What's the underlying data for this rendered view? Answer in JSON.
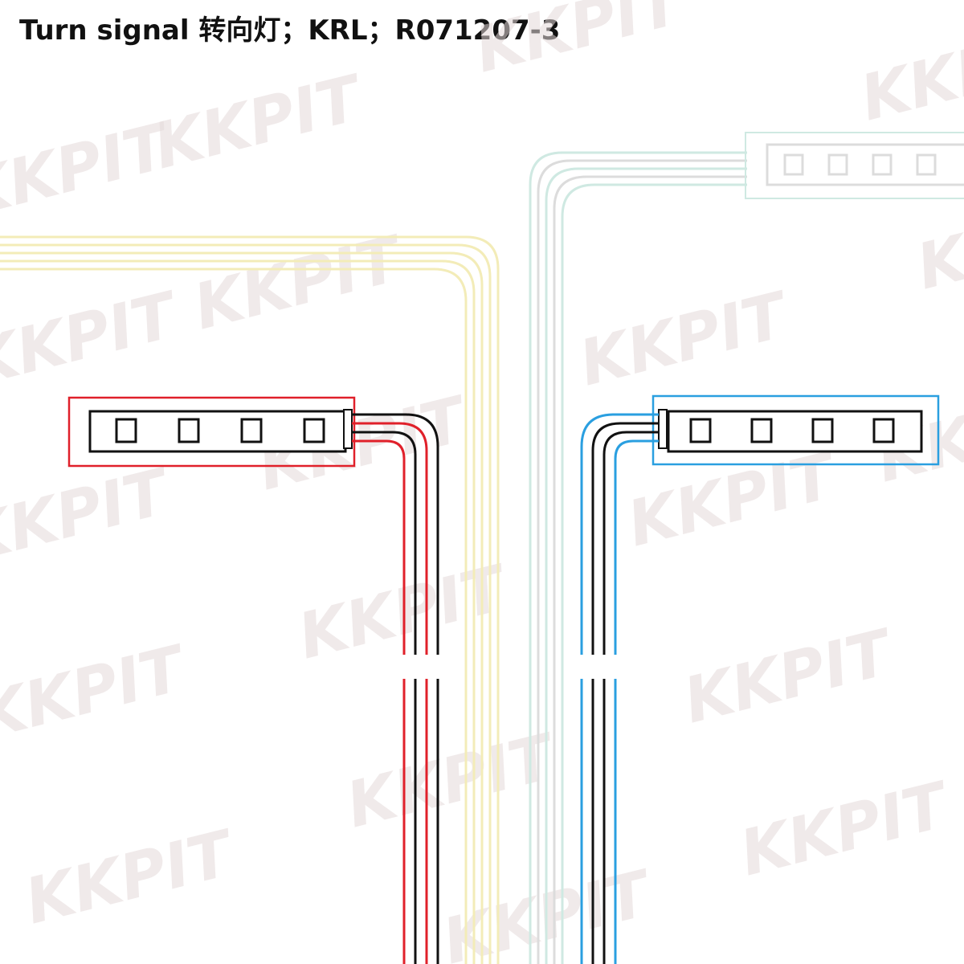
{
  "header": {
    "title": "Turn signal 转向灯；KRL；R071207-3"
  },
  "watermark": {
    "text": "KKPIT",
    "color": "#e4d9d9"
  },
  "colors": {
    "wire_black": "#111111",
    "wire_red": "#e0202a",
    "wire_blue": "#2a9fe0",
    "faded_yellow": "#f3ecb8",
    "faded_green": "#cfe9e2",
    "faded_gray": "#dcdcdc",
    "highlight_red": "#e0202a",
    "highlight_blue": "#2a9fe0"
  },
  "left_module": {
    "led_count": 4,
    "wire_colors": [
      "black",
      "red",
      "black",
      "red"
    ],
    "highlight": "red"
  },
  "right_module": {
    "led_count": 4,
    "wire_colors": [
      "blue",
      "black",
      "black",
      "blue"
    ],
    "highlight": "blue"
  },
  "top_right_module": {
    "led_count": 4,
    "faded": true
  }
}
